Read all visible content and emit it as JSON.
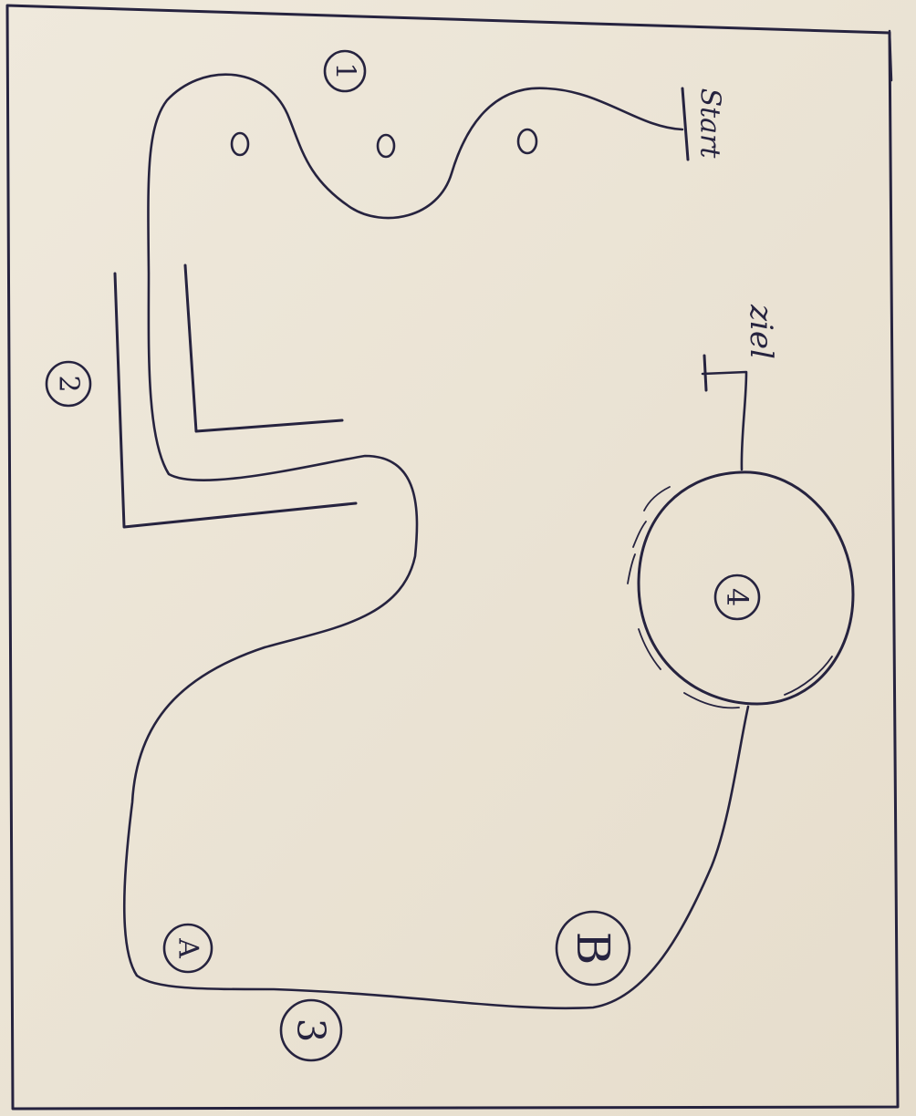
{
  "diagram": {
    "start_label": "Start",
    "finish_label": "ziel",
    "station_labels": [
      "1",
      "2",
      "3",
      "4",
      "A",
      "B"
    ],
    "obstacle_marks": [
      "O",
      "O",
      "O"
    ],
    "ink_color": "#26233f",
    "paper_color": "#ece5d6"
  }
}
